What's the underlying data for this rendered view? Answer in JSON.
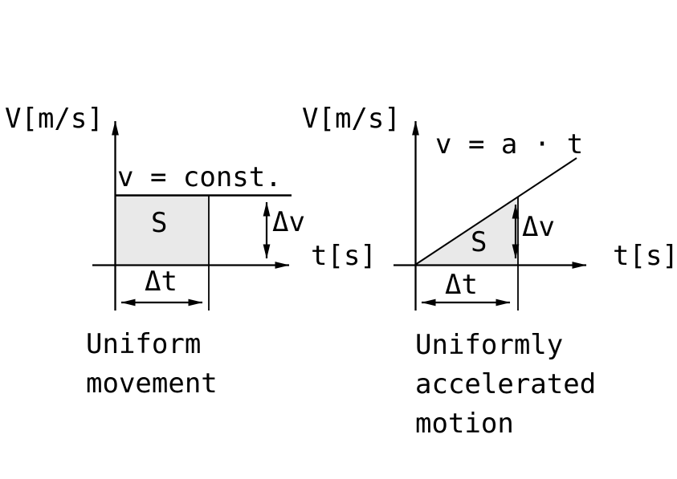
{
  "colors": {
    "stroke": "#000000",
    "text": "#000000",
    "area_fill": "#e9e9e9",
    "background": "#ffffff"
  },
  "figures": {
    "left": {
      "y_axis_label": "V[m/s]",
      "x_axis_label": "t[s]",
      "equation": "v = const.",
      "area_label": "S",
      "delta_v_label": "Δv",
      "delta_t_label": "Δt",
      "caption": [
        "Uniform",
        "movement"
      ]
    },
    "right": {
      "y_axis_label": "V[m/s]",
      "x_axis_label": "t[s]",
      "equation": "v = a · t",
      "area_label": "S",
      "delta_v_label": "Δv",
      "delta_t_label": "Δt",
      "caption": [
        "Uniformly",
        "accelerated",
        "motion"
      ]
    }
  }
}
